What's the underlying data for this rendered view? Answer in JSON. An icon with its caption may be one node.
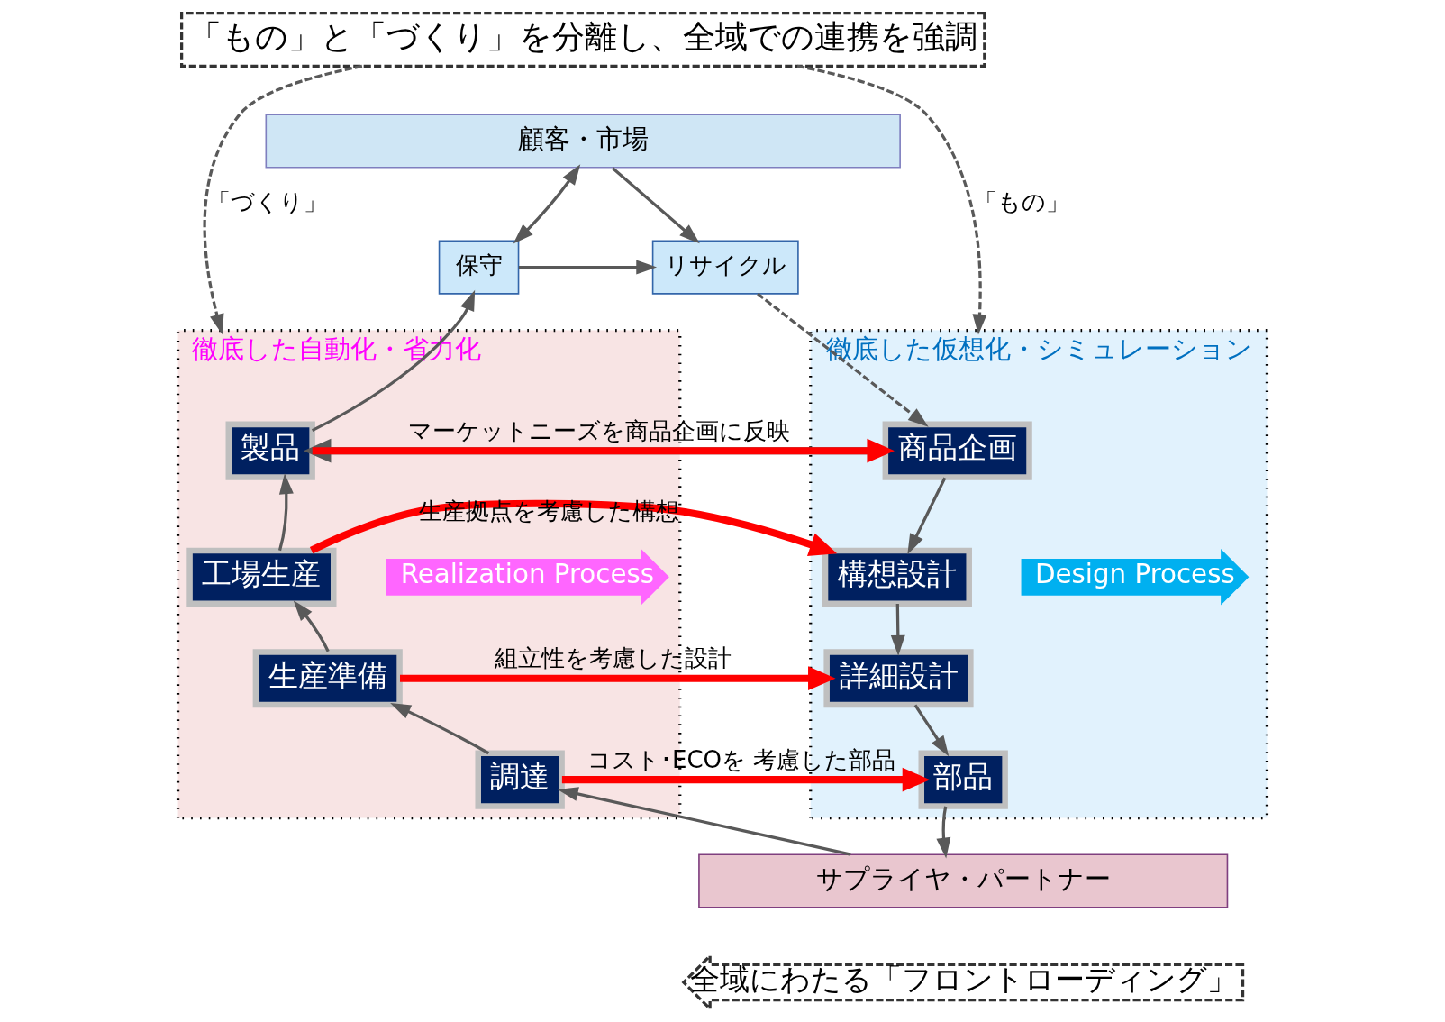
{
  "diagram": {
    "nodes": [
      {
        "text": [
          "「もの」と「づくり」を分離し、全域での連携を強調"
        ]
      },
      {
        "text": [
          "顧客・市場"
        ]
      },
      {
        "text": [
          "リサイクル"
        ]
      },
      {
        "text": [
          "保守"
        ]
      },
      {
        "text": [
          "徹底した仮想化・シミュレーション"
        ]
      },
      {
        "text": [
          "商品企画"
        ],
        "in": 4
      },
      {
        "text": [
          "構想設計"
        ],
        "in": 4
      },
      {
        "text": [
          "詳細設計"
        ],
        "in": 4
      },
      {
        "text": [
          "部品"
        ],
        "in": 4
      },
      {
        "text": [
          "Design Process"
        ],
        "in": 4
      },
      {
        "text": [
          "徹底した自動化・省力化"
        ]
      },
      {
        "text": [
          "製品"
        ],
        "in": 10
      },
      {
        "text": [
          "工場生産"
        ],
        "in": 10
      },
      {
        "text": [
          "生産準備"
        ],
        "in": 10
      },
      {
        "text": [
          "調達"
        ],
        "in": 10
      },
      {
        "text": [
          "Realization Process"
        ],
        "in": 10
      },
      {
        "text": [
          "サプライヤ・パートナー"
        ]
      },
      {
        "text": [
          "全域にわたる「フロントローディング」"
        ]
      }
    ],
    "edges": [
      {
        "from": 0,
        "to": 4,
        "arrow": "to",
        "style": "dashed",
        "label": "「もの」"
      },
      {
        "from": 0,
        "to": 10,
        "arrow": "to",
        "style": "dashed",
        "label": "「づくり」"
      },
      {
        "from": 1,
        "to": 2,
        "arrow": "to"
      },
      {
        "from": 3,
        "to": 1,
        "arrow": "both"
      },
      {
        "from": 3,
        "to": 2,
        "arrow": "to"
      },
      {
        "from": 2,
        "to": 5,
        "arrow": "to",
        "style": "dashed"
      },
      {
        "from": 11,
        "to": 3,
        "arrow": "to"
      },
      {
        "from": 5,
        "to": 6,
        "arrow": "to"
      },
      {
        "from": 6,
        "to": 7,
        "arrow": "to"
      },
      {
        "from": 7,
        "to": 8,
        "arrow": "to"
      },
      {
        "from": 8,
        "to": 16,
        "arrow": "to"
      },
      {
        "from": 16,
        "to": 14,
        "arrow": "to"
      },
      {
        "from": 14,
        "to": 13,
        "arrow": "to"
      },
      {
        "from": 13,
        "to": 12,
        "arrow": "to"
      },
      {
        "from": 12,
        "to": 11,
        "arrow": "to"
      },
      {
        "from": 11,
        "to": 5,
        "arrow": "to",
        "style": "thick",
        "color": "#ff0000",
        "label": "マーケットニーズを商品企画に反映"
      },
      {
        "from": 12,
        "to": 6,
        "arrow": "to",
        "style": "thick",
        "color": "#ff0000",
        "label": "生産拠点を考慮した構想"
      },
      {
        "from": 13,
        "to": 7,
        "arrow": "to",
        "style": "thick",
        "color": "#ff0000",
        "label": "組立性を考慮した設計"
      },
      {
        "from": 14,
        "to": 8,
        "arrow": "to",
        "style": "thick",
        "color": "#ff0000",
        "label": "コスト･ECOを 考慮した部品"
      },
      {
        "from": 5,
        "to": 11,
        "arrow": "to",
        "style": "thick"
      }
    ]
  }
}
